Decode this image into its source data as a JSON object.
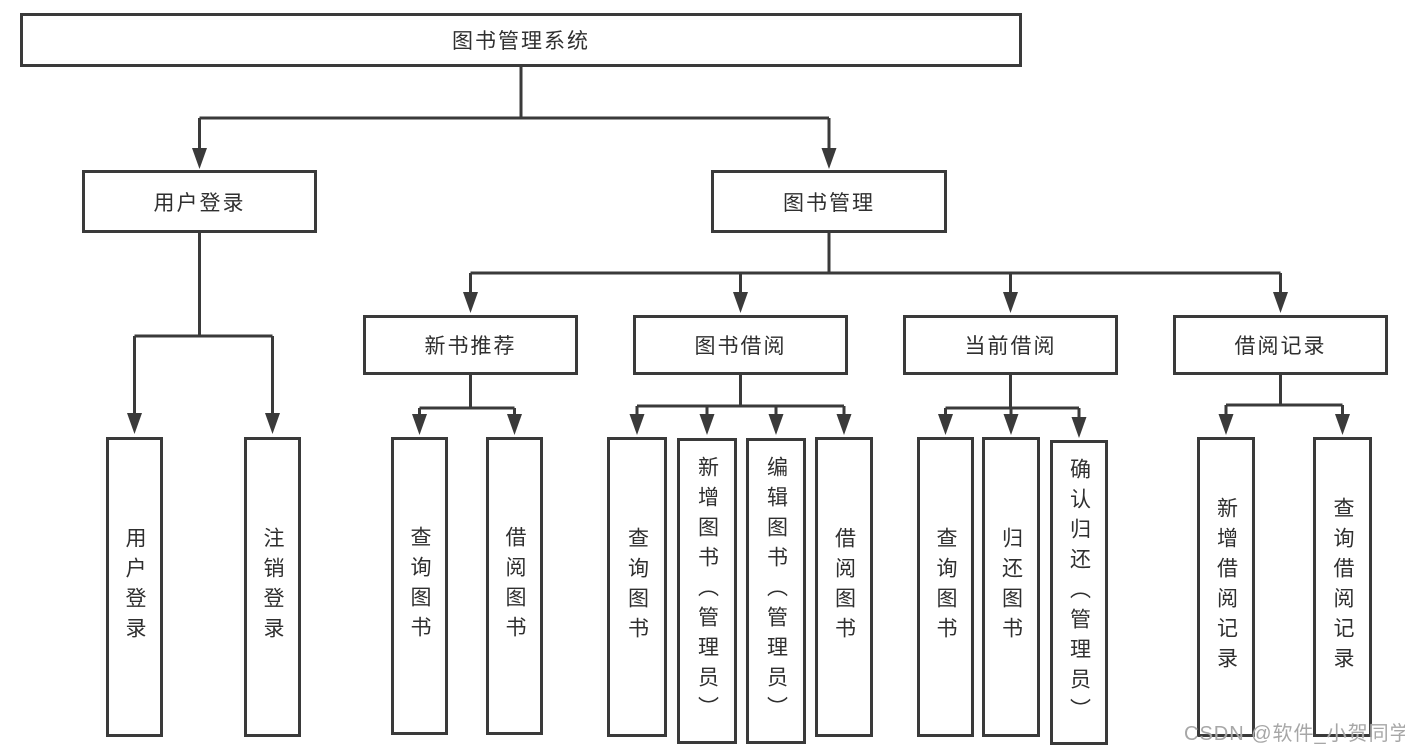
{
  "diagram": {
    "type": "hierarchy-flowchart",
    "colors": {
      "line": "#3a3a3a",
      "box_border": "#3a3a3a",
      "box_fill": "#ffffff",
      "text": "#2f2f2f",
      "watermark": "#a7a7a7",
      "background": "#ffffff"
    },
    "nodes": {
      "root": {
        "label": "图书管理系统"
      },
      "user_login": {
        "label": "用户登录"
      },
      "book_mgmt": {
        "label": "图书管理"
      },
      "user_login_leaf": {
        "label": "用户登录"
      },
      "logout_leaf": {
        "label": "注销登录"
      },
      "new_book_rec": {
        "label": "新书推荐"
      },
      "book_borrow": {
        "label": "图书借阅"
      },
      "current_borrow": {
        "label": "当前借阅"
      },
      "borrow_records": {
        "label": "借阅记录"
      },
      "nbr_query_books": {
        "label": "查询图书"
      },
      "nbr_borrow_books": {
        "label": "借阅图书"
      },
      "bb_query_books": {
        "label": "查询图书"
      },
      "bb_add_books_admin": {
        "label": "新增图书（管理员）"
      },
      "bb_edit_books_admin": {
        "label": "编辑图书（管理员）"
      },
      "bb_borrow_books": {
        "label": "借阅图书"
      },
      "cb_query_books": {
        "label": "查询图书"
      },
      "cb_return_books": {
        "label": "归还图书"
      },
      "cb_confirm_return_admin": {
        "label": "确认归还（管理员）"
      },
      "br_add_record": {
        "label": "新增借阅记录"
      },
      "br_query_record": {
        "label": "查询借阅记录"
      }
    },
    "edges": [
      [
        "root",
        "user_login"
      ],
      [
        "root",
        "book_mgmt"
      ],
      [
        "user_login",
        "user_login_leaf"
      ],
      [
        "user_login",
        "logout_leaf"
      ],
      [
        "book_mgmt",
        "new_book_rec"
      ],
      [
        "book_mgmt",
        "book_borrow"
      ],
      [
        "book_mgmt",
        "current_borrow"
      ],
      [
        "book_mgmt",
        "borrow_records"
      ],
      [
        "new_book_rec",
        "nbr_query_books"
      ],
      [
        "new_book_rec",
        "nbr_borrow_books"
      ],
      [
        "book_borrow",
        "bb_query_books"
      ],
      [
        "book_borrow",
        "bb_add_books_admin"
      ],
      [
        "book_borrow",
        "bb_edit_books_admin"
      ],
      [
        "book_borrow",
        "bb_borrow_books"
      ],
      [
        "current_borrow",
        "cb_query_books"
      ],
      [
        "current_borrow",
        "cb_return_books"
      ],
      [
        "current_borrow",
        "cb_confirm_return_admin"
      ],
      [
        "borrow_records",
        "br_add_record"
      ],
      [
        "borrow_records",
        "br_query_record"
      ]
    ],
    "watermark": {
      "text": "CSDN @软件_小贺同学"
    }
  }
}
